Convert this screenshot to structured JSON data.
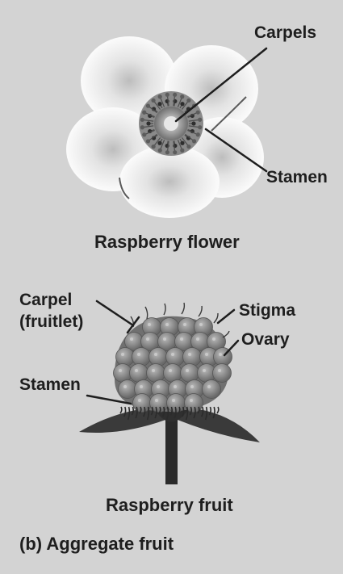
{
  "diagram": {
    "flower": {
      "caption": "Raspberry flower",
      "labels": {
        "carpels": "Carpels",
        "stamen": "Stamen"
      }
    },
    "fruit": {
      "caption": "Raspberry fruit",
      "labels": {
        "carpel": "Carpel",
        "fruitlet": "(fruitlet)",
        "stigma": "Stigma",
        "ovary": "Ovary",
        "stamen": "Stamen"
      }
    },
    "panel_caption": "(b) Aggregate fruit"
  },
  "colors": {
    "background": "#d3d3d3",
    "text": "#1e1e1e",
    "petal": "#f7f7f7",
    "drupelet": "#8f8f8f",
    "sepal": "#3a3a3a",
    "stem": "#2a2a2a"
  }
}
